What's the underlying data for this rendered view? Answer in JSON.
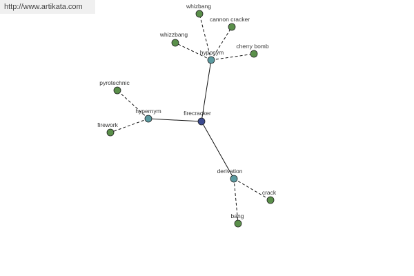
{
  "site": {
    "url_text": "http://www.artikata.com"
  },
  "nodes": {
    "center": {
      "label": "firecracker",
      "color": "#3b4a8f"
    },
    "hyponym": {
      "label": "hyponym",
      "color": "#5b9aa0"
    },
    "hypernym": {
      "label": "hypernym",
      "color": "#5b9aa0"
    },
    "derivation": {
      "label": "derivation",
      "color": "#5b9aa0"
    },
    "whizbang": {
      "label": "whizbang",
      "color": "#5a8f4a"
    },
    "cannon_cracker": {
      "label": "cannon cracker",
      "color": "#5a8f4a"
    },
    "whizzbang": {
      "label": "whizzbang",
      "color": "#5a8f4a"
    },
    "cherry_bomb": {
      "label": "cherry bomb",
      "color": "#5a8f4a"
    },
    "pyrotechnic": {
      "label": "pyrotechnic",
      "color": "#5a8f4a"
    },
    "firework": {
      "label": "firework",
      "color": "#5a8f4a"
    },
    "crack": {
      "label": "crack",
      "color": "#5a8f4a"
    },
    "bang": {
      "label": "bang",
      "color": "#5a8f4a"
    }
  }
}
